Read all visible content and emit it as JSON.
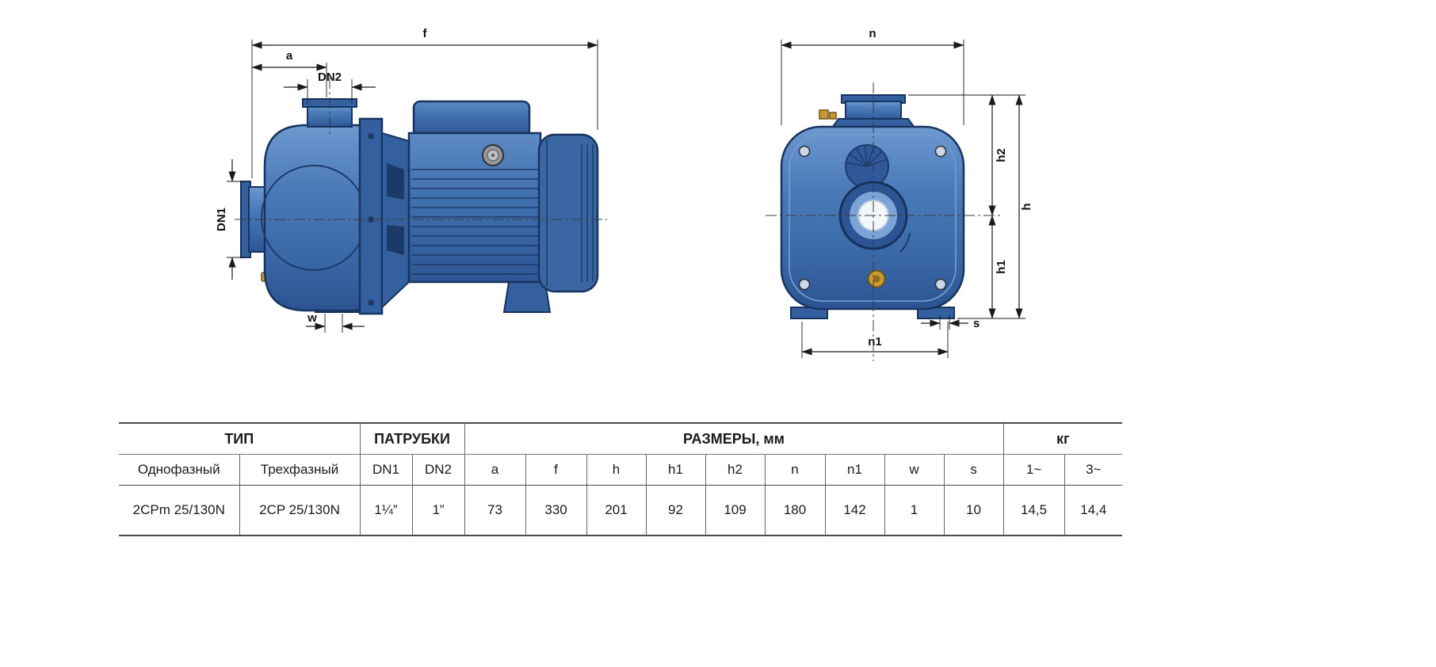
{
  "colors": {
    "pump_main": "#4273b4",
    "pump_dark": "#35609f",
    "pump_outline": "#17335f",
    "pump_light": "#7ba3d6",
    "brass": "#c79a35",
    "dimension_line": "#1a1a1a",
    "table_rule": "#4c4c4c"
  },
  "drawings": {
    "side_view": {
      "labels": {
        "f": "f",
        "a": "a",
        "dn2": "DN2",
        "dn1": "DN1",
        "w": "w"
      }
    },
    "front_view": {
      "labels": {
        "n": "n",
        "h": "h",
        "h1": "h1",
        "h2": "h2",
        "n1": "n1",
        "s": "s"
      }
    }
  },
  "table": {
    "groups": [
      {
        "label": "ТИП"
      },
      {
        "label": "ПАТРУБКИ"
      },
      {
        "label": "РАЗМЕРЫ, мм"
      },
      {
        "label": "кг"
      }
    ],
    "columns": [
      "Однофазный",
      "Трехфазный",
      "DN1",
      "DN2",
      "a",
      "f",
      "h",
      "h1",
      "h2",
      "n",
      "n1",
      "w",
      "s",
      "1~",
      "3~"
    ],
    "rows": [
      [
        "2CPm 25/130N",
        "2CP 25/130N",
        "1¼”",
        "1”",
        "73",
        "330",
        "201",
        "92",
        "109",
        "180",
        "142",
        "1",
        "10",
        "14,5",
        "14,4"
      ]
    ]
  }
}
